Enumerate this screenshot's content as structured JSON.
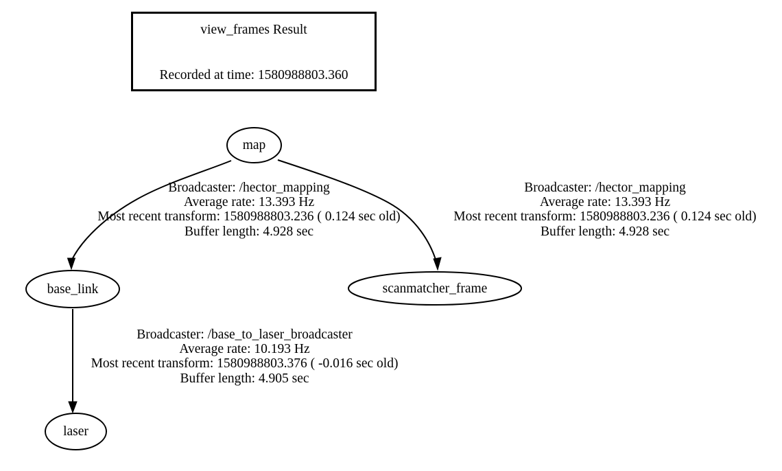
{
  "header": {
    "title": "view_frames Result",
    "recorded_at": "Recorded at time: 1580988803.360"
  },
  "nodes": [
    {
      "id": "map",
      "label": "map"
    },
    {
      "id": "base_link",
      "label": "base_link"
    },
    {
      "id": "scanmatcher_frame",
      "label": "scanmatcher_frame"
    },
    {
      "id": "laser",
      "label": "laser"
    }
  ],
  "edges": [
    {
      "id": "map-to-base_link",
      "from": "map",
      "to": "base_link",
      "broadcaster": "Broadcaster: /hector_mapping",
      "average_rate": "Average rate: 13.393 Hz",
      "most_recent_transform": "Most recent transform: 1580988803.236 ( 0.124 sec old)",
      "buffer_length": "Buffer length: 4.928 sec"
    },
    {
      "id": "map-to-scanmatcher_frame",
      "from": "map",
      "to": "scanmatcher_frame",
      "broadcaster": "Broadcaster: /hector_mapping",
      "average_rate": "Average rate: 13.393 Hz",
      "most_recent_transform": "Most recent transform: 1580988803.236 ( 0.124 sec old)",
      "buffer_length": "Buffer length: 4.928 sec"
    },
    {
      "id": "base_link-to-laser",
      "from": "base_link",
      "to": "laser",
      "broadcaster": "Broadcaster: /base_to_laser_broadcaster",
      "average_rate": "Average rate: 10.193 Hz",
      "most_recent_transform": "Most recent transform: 1580988803.376 ( -0.016 sec old)",
      "buffer_length": "Buffer length: 4.905 sec"
    }
  ],
  "style": {
    "stroke": "#000000",
    "background": "#ffffff",
    "text": "#000000"
  }
}
